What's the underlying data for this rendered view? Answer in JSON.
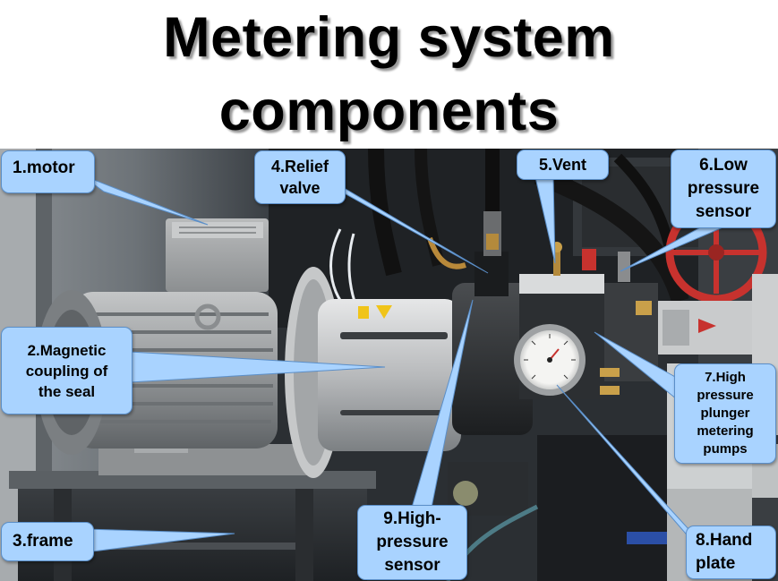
{
  "title": {
    "line1": "Metering system",
    "line2": "components"
  },
  "colors": {
    "callout_fill": "#a9d3ff",
    "callout_border": "#5b8fc9",
    "leader_fill": "#a9d3ff",
    "title_text": "#000000"
  },
  "callouts": [
    {
      "id": "motor",
      "lines": [
        "1.motor"
      ]
    },
    {
      "id": "magnetic-coupling",
      "lines": [
        "2.Magnetic",
        "coupling of",
        "the seal"
      ]
    },
    {
      "id": "frame",
      "lines": [
        "3.frame"
      ]
    },
    {
      "id": "relief-valve",
      "lines": [
        "4.Relief",
        "valve"
      ]
    },
    {
      "id": "vent",
      "lines": [
        "5.Vent"
      ]
    },
    {
      "id": "low-pressure-sensor",
      "lines": [
        "6.Low",
        "pressure",
        "sensor"
      ]
    },
    {
      "id": "plunger-pumps",
      "lines": [
        "7.High",
        "pressure",
        "plunger",
        "metering",
        "pumps"
      ]
    },
    {
      "id": "hand-plate",
      "lines": [
        "8.Hand",
        "plate"
      ]
    },
    {
      "id": "high-pressure-sensor",
      "lines": [
        "9.High-",
        "pressure",
        "sensor"
      ]
    }
  ]
}
